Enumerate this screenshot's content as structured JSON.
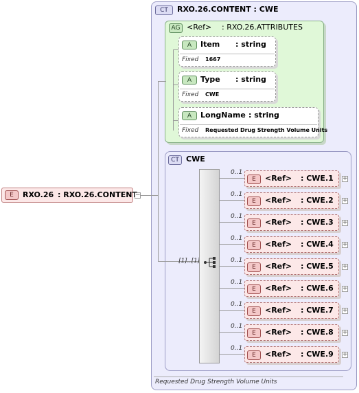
{
  "colors": {
    "complex_type_bg": "#ececfc",
    "attribute_group_bg": "#e0f8d8",
    "element_bg": "#fce8e8",
    "connector": "#9a9a9a"
  },
  "outer_type": {
    "badge": "CT",
    "title": "RXO.26.CONTENT : CWE",
    "documentation": "Requested Drug Strength Volume Units"
  },
  "attribute_group": {
    "badge": "AG",
    "ref_label": "<Ref>",
    "name": ": RXO.26.ATTRIBUTES",
    "attributes": [
      {
        "badge": "A",
        "name": "Item",
        "type": ": string",
        "fixed_label": "Fixed",
        "fixed_value": "1667"
      },
      {
        "badge": "A",
        "name": "Type",
        "type": ": string",
        "fixed_label": "Fixed",
        "fixed_value": "CWE"
      },
      {
        "badge": "A",
        "name": "LongName",
        "type": ": string",
        "fixed_label": "Fixed",
        "fixed_value": "Requested Drug Strength Volume Units"
      }
    ]
  },
  "inner_type": {
    "badge": "CT",
    "title": "CWE",
    "sequence_cardinality": "[1]..[1]"
  },
  "root_element": {
    "badge": "E",
    "name": "RXO.26",
    "type": ": RXO.26.CONTENT",
    "collapse_symbol": "−"
  },
  "elements": [
    {
      "badge": "E",
      "cardinality": "0..1",
      "ref_label": "<Ref>",
      "name": ": CWE.1",
      "expand_symbol": "+"
    },
    {
      "badge": "E",
      "cardinality": "0..1",
      "ref_label": "<Ref>",
      "name": ": CWE.2",
      "expand_symbol": "+"
    },
    {
      "badge": "E",
      "cardinality": "0..1",
      "ref_label": "<Ref>",
      "name": ": CWE.3",
      "expand_symbol": "+"
    },
    {
      "badge": "E",
      "cardinality": "0..1",
      "ref_label": "<Ref>",
      "name": ": CWE.4",
      "expand_symbol": "+"
    },
    {
      "badge": "E",
      "cardinality": "0..1",
      "ref_label": "<Ref>",
      "name": ": CWE.5",
      "expand_symbol": "+"
    },
    {
      "badge": "E",
      "cardinality": "0..1",
      "ref_label": "<Ref>",
      "name": ": CWE.6",
      "expand_symbol": "+"
    },
    {
      "badge": "E",
      "cardinality": "0..1",
      "ref_label": "<Ref>",
      "name": ": CWE.7",
      "expand_symbol": "+"
    },
    {
      "badge": "E",
      "cardinality": "0..1",
      "ref_label": "<Ref>",
      "name": ": CWE.8",
      "expand_symbol": "+"
    },
    {
      "badge": "E",
      "cardinality": "0..1",
      "ref_label": "<Ref>",
      "name": ": CWE.9",
      "expand_symbol": "+"
    }
  ]
}
